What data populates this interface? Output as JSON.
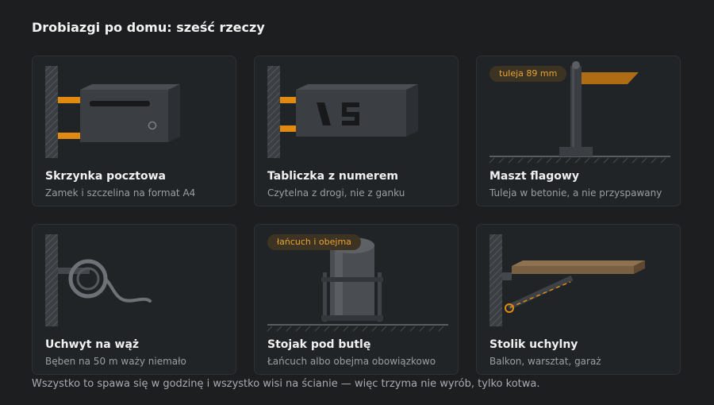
{
  "page": {
    "title": "Drobiazgi po domu: sześć rzeczy",
    "footer": "Wszystko to spawa się w godzinę i wszystko wisi na ścianie — więc trzyma nie wyrób, tylko kotwa."
  },
  "colors": {
    "background": "#1c1e20",
    "card": "#212426",
    "accent": "#e08a12",
    "steel": "#3a3d41",
    "wood": "#7a6042"
  },
  "cards": [
    {
      "title": "Skrzynka pocztowa",
      "subtitle": "Zamek i szczelina na format A4",
      "icon": "mailbox-icon"
    },
    {
      "title": "Tabliczka z numerem",
      "subtitle": "Czytelna z drogi, nie z ganku",
      "icon": "house-number-sign-icon"
    },
    {
      "title": "Maszt flagowy",
      "subtitle": "Tuleja w betonie, a nie przyspawany",
      "icon": "flagpole-icon",
      "badge": "tuleja 89 mm"
    },
    {
      "title": "Uchwyt na wąż",
      "subtitle": "Bęben na 50 m waży niemało",
      "icon": "hose-holder-icon"
    },
    {
      "title": "Stojak pod butlę",
      "subtitle": "Łańcuch albo obejma obowiązkowo",
      "icon": "cylinder-stand-icon",
      "badge": "łańcuch i obejma"
    },
    {
      "title": "Stolik uchylny",
      "subtitle": "Balkon, warsztat, garaż",
      "icon": "folding-table-icon"
    }
  ]
}
